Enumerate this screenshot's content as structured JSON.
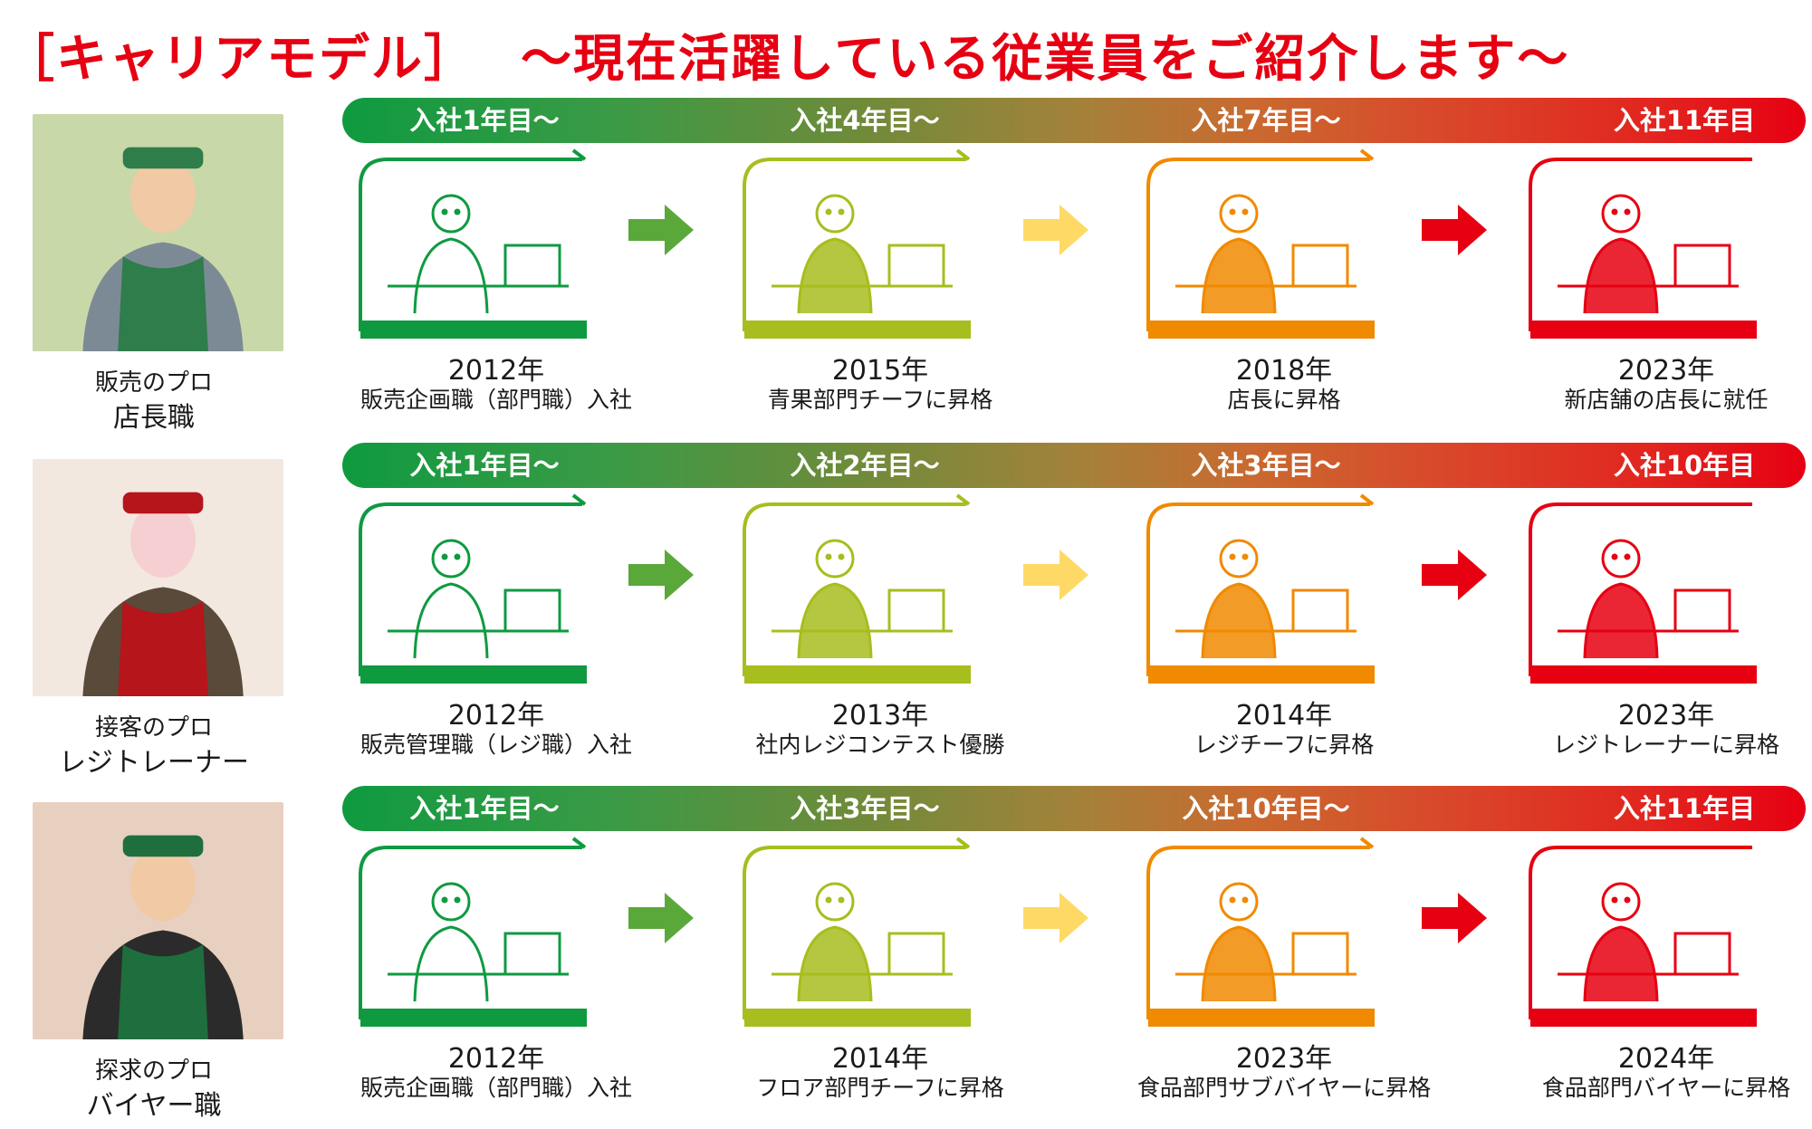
{
  "header": {
    "title_left": "［キャリアモデル］",
    "title_right": "～現在活躍している従業員をご紹介します～",
    "accent_color": "#e60012"
  },
  "stage_colors": [
    "#0f9a40",
    "#a8bd1e",
    "#f08a00",
    "#e60012"
  ],
  "arrow_colors": [
    "#5aa83a",
    "#ffd966",
    "#e60012"
  ],
  "rows": [
    {
      "role_sub": "販売のプロ",
      "role_title": "店長職",
      "photo": "store-manager-photo",
      "stages": [
        {
          "label": "入社1年目～",
          "year": "2012年",
          "desc": "販売企画職（部門職）入社",
          "illustration": "clerk-with-produce-box"
        },
        {
          "label": "入社4年目～",
          "year": "2015年",
          "desc": "青果部門チーフに昇格",
          "illustration": "produce-chief-at-display"
        },
        {
          "label": "入社7年目～",
          "year": "2018年",
          "desc": "店長に昇格",
          "illustration": "manager-with-clipboard-and-staff"
        },
        {
          "label": "入社11年目",
          "year": "2023年",
          "desc": "新店舗の店長に就任",
          "illustration": "manager-on-phone-at-computer"
        }
      ]
    },
    {
      "role_sub": "接客のプロ",
      "role_title": "レジトレーナー",
      "photo": "cashier-trainer-photo",
      "stages": [
        {
          "label": "入社1年目～",
          "year": "2012年",
          "desc": "販売管理職（レジ職）入社",
          "illustration": "cashier-with-customer"
        },
        {
          "label": "入社2年目～",
          "year": "2013年",
          "desc": "社内レジコンテスト優勝",
          "illustration": "register-contest"
        },
        {
          "label": "入社3年目～",
          "year": "2014年",
          "desc": "レジチーフに昇格",
          "illustration": "chief-at-computer"
        },
        {
          "label": "入社10年目",
          "year": "2023年",
          "desc": "レジトレーナーに昇格",
          "illustration": "trainer-with-staff"
        }
      ]
    },
    {
      "role_sub": "探求のプロ",
      "role_title": "バイヤー職",
      "photo": "buyer-photo",
      "stages": [
        {
          "label": "入社1年目～",
          "year": "2012年",
          "desc": "販売企画職（部門職）入社",
          "illustration": "clerk-with-produce-box"
        },
        {
          "label": "入社3年目～",
          "year": "2014年",
          "desc": "フロア部門チーフに昇格",
          "illustration": "floor-chief-at-display"
        },
        {
          "label": "入社10年目～",
          "year": "2023年",
          "desc": "食品部門サブバイヤーに昇格",
          "illustration": "sub-buyer-with-clipboard"
        },
        {
          "label": "入社11年目",
          "year": "2024年",
          "desc": "食品部門バイヤーに昇格",
          "illustration": "buyer-with-produce-box"
        }
      ]
    }
  ]
}
